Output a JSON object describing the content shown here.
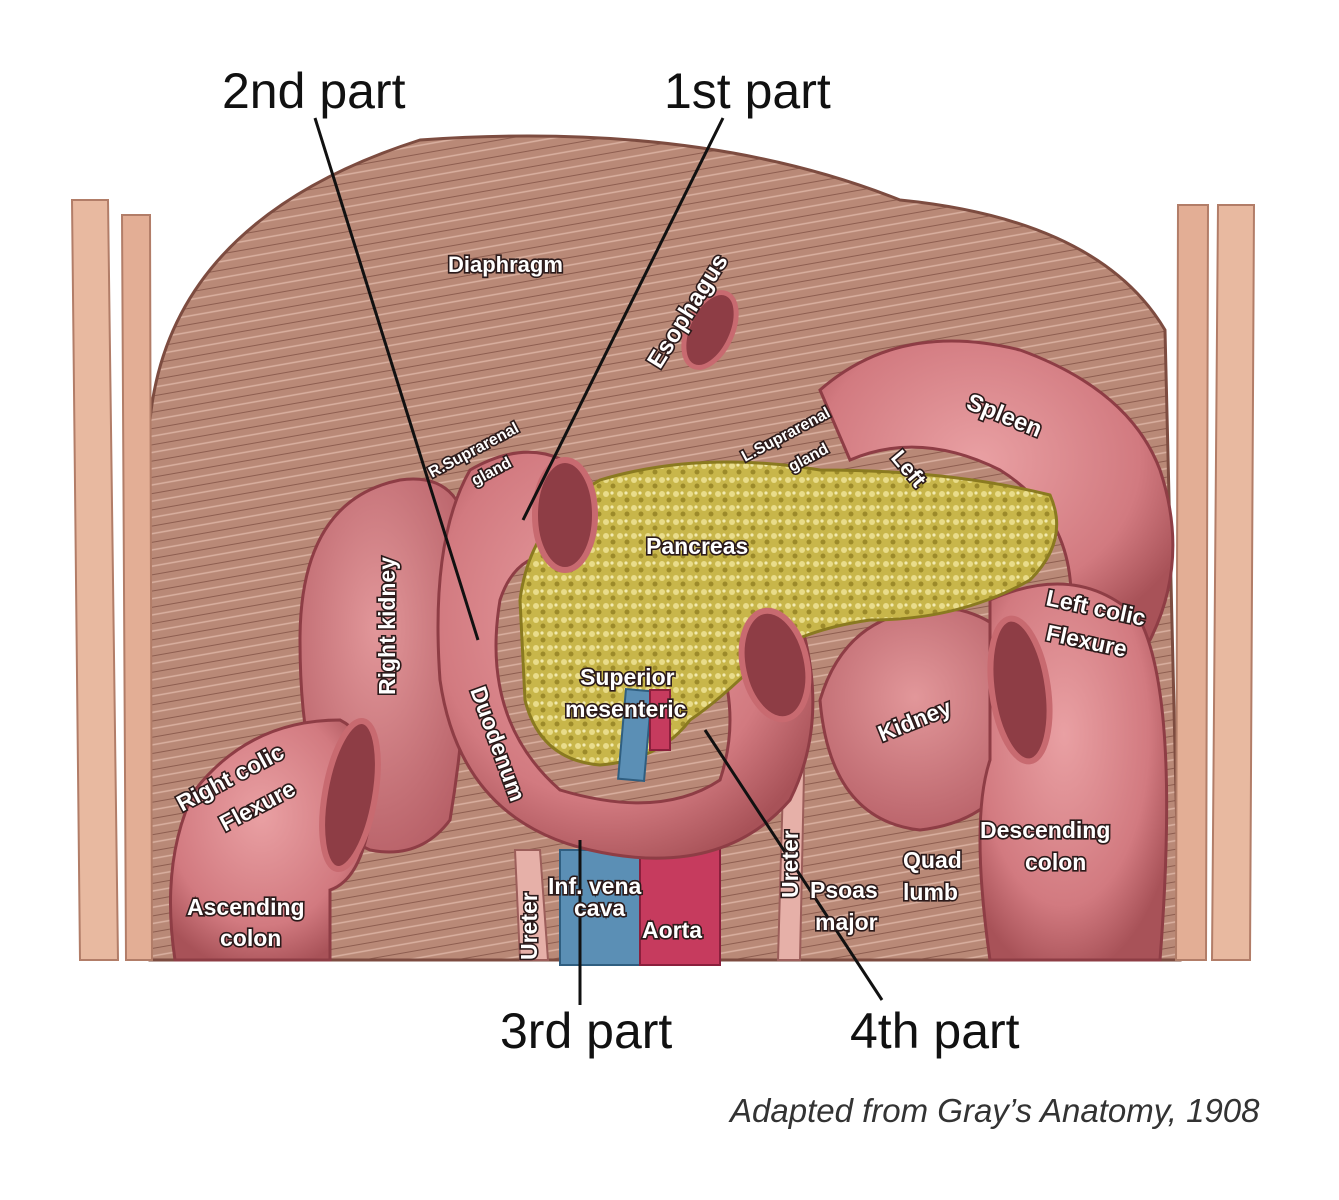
{
  "parts": {
    "second": "2nd part",
    "first": "1st part",
    "third": "3rd part",
    "fourth": "4th part"
  },
  "organs": {
    "diaphragm": "Diaphragm",
    "esophagus": "Esophagus",
    "spleen": "Spleen",
    "r_suprarenal_1": "R.Suprarenal",
    "r_suprarenal_2": "gland",
    "l_suprarenal_1": "L.Suprarenal",
    "l_suprarenal_2": "gland",
    "left": "Left",
    "pancreas": "Pancreas",
    "right_kidney": "Right kidney",
    "left_colic_1": "Left colic",
    "left_colic_2": "Flexure",
    "superior_mesenteric_1": "Superior",
    "superior_mesenteric_2": "mesenteric",
    "kidney": "Kidney",
    "duodenum": "Duodenum",
    "right_colic_1": "Right colic",
    "right_colic_2": "Flexure",
    "descending_1": "Descending",
    "descending_2": "colon",
    "quad_1": "Quad",
    "quad_2": "lumb",
    "ureter_left": "Ureter",
    "ureter_right": "Ureter",
    "ivc_1": "Inf. vena",
    "ivc_2": "cava",
    "psoas_1": "Psoas",
    "psoas_2": "major",
    "ascending_1": "Ascending",
    "ascending_2": "colon",
    "aorta": "Aorta"
  },
  "credit": "Adapted from Gray’s Anatomy, 1908",
  "colors": {
    "diaphragm": "#b88a7a",
    "bowel": "#d9858a",
    "pancreas": "#c9b84a",
    "ivc": "#5b8fb5",
    "aorta": "#c63b5e",
    "rib": "#e8b9a0"
  }
}
